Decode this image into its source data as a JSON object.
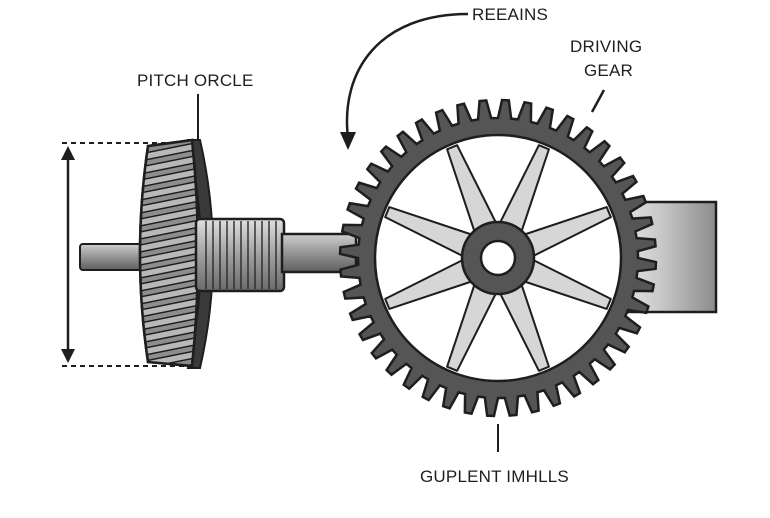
{
  "labels": {
    "pitch_circle": "PITCH ORCLE",
    "top_callout": "REEAINS",
    "driving_gear_line1": "DRIVING",
    "driving_gear_line2": "GEAR",
    "bottom_label": "GUPLENT IMHLLS"
  },
  "gear": {
    "teeth": 44,
    "spokes": 8
  },
  "colors": {
    "ink": "#1e1e1e",
    "gear_body": "#555555",
    "spoke": "#d6d6d6",
    "hub": "#555555",
    "bevel_light": "#b8b8b8",
    "bevel_dark": "#4a4a4a",
    "shaft": "#8a8a8a"
  }
}
